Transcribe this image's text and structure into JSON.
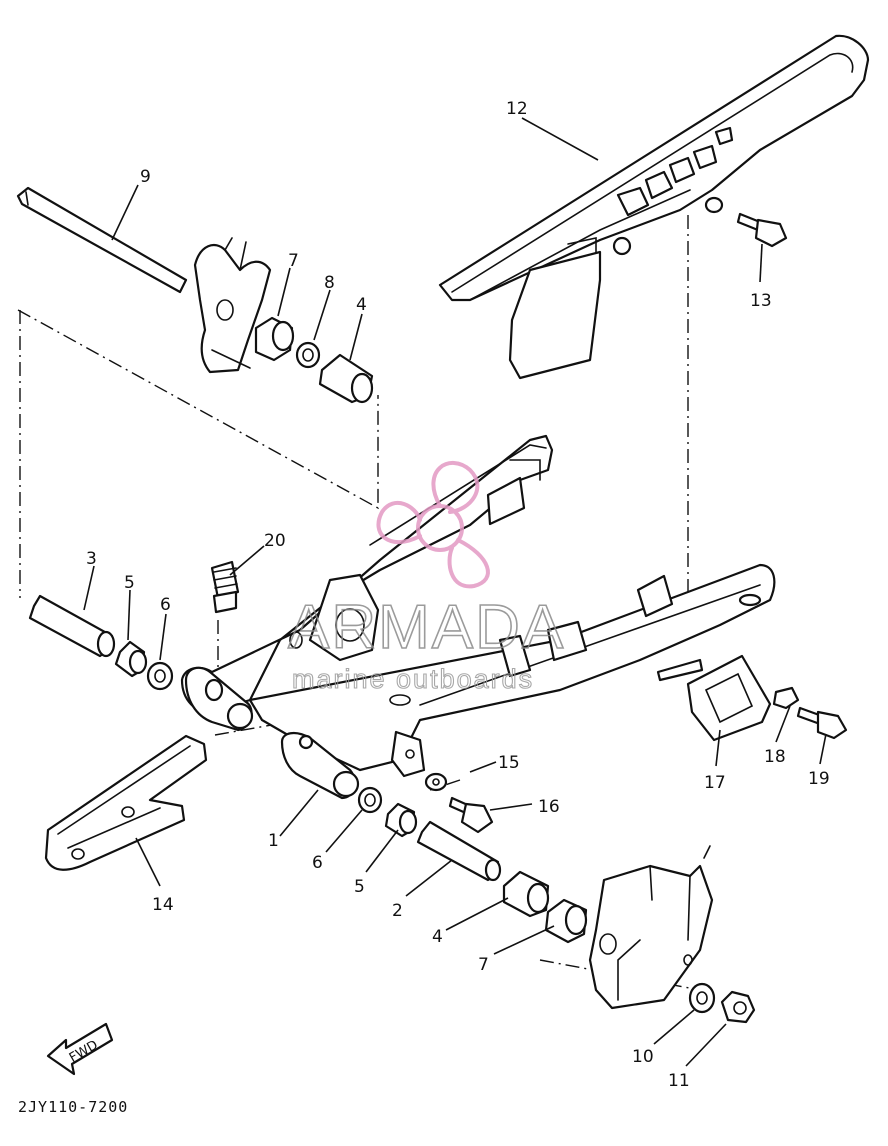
{
  "diagram": {
    "code": "2JY110-7200",
    "fwd_label": "FWD",
    "callouts": [
      "1",
      "2",
      "3",
      "4",
      "4",
      "5",
      "5",
      "6",
      "6",
      "7",
      "7",
      "8",
      "9",
      "10",
      "11",
      "12",
      "13",
      "14",
      "15",
      "16",
      "17",
      "18",
      "19",
      "20"
    ]
  },
  "watermark": {
    "brand": "ARMADA",
    "tagline": "marine outboards",
    "color": "#e39ac4"
  }
}
